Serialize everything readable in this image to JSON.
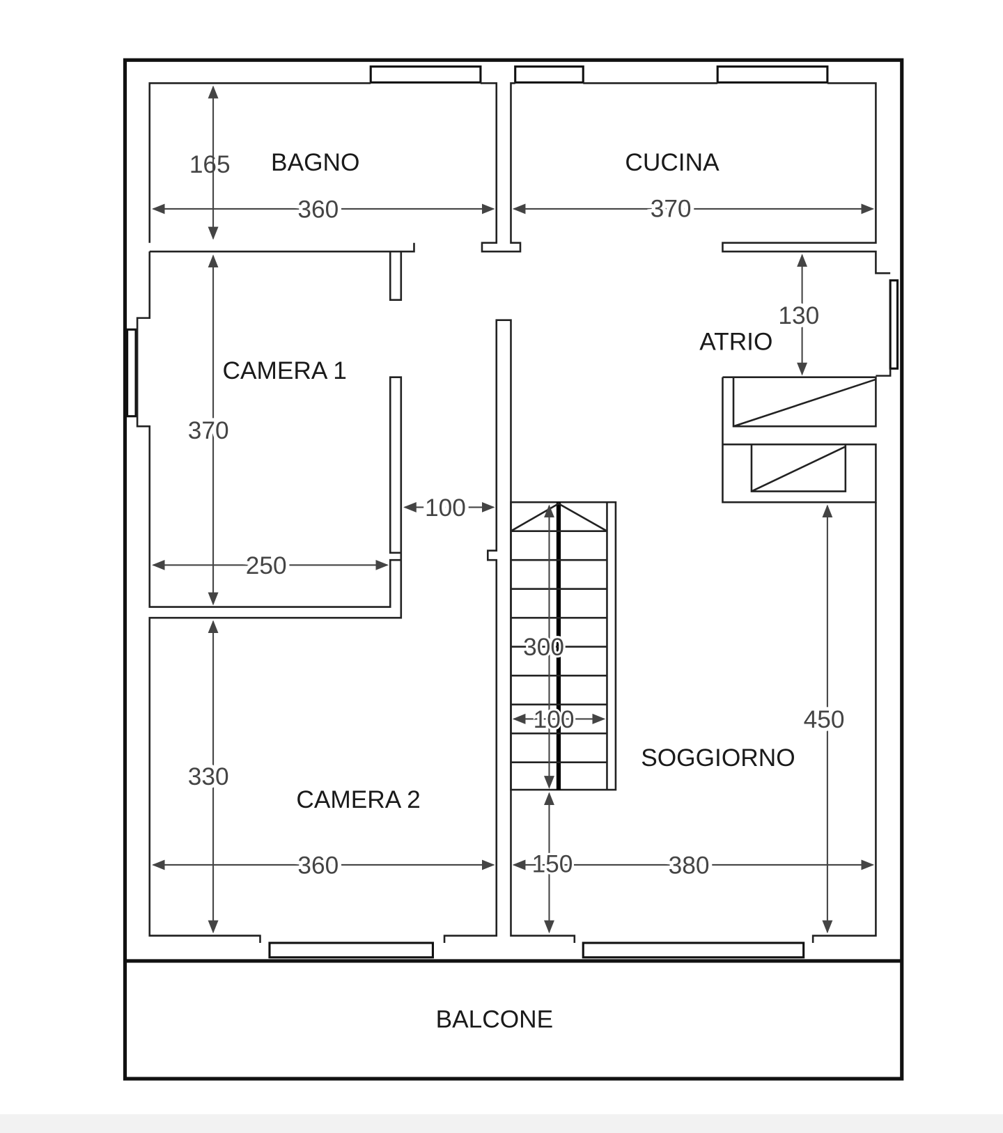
{
  "rooms": {
    "bagno": "BAGNO",
    "cucina": "CUCINA",
    "camera1": "CAMERA 1",
    "camera2": "CAMERA 2",
    "atrio": "ATRIO",
    "soggiorno": "SOGGIORNO",
    "balcone": "BALCONE"
  },
  "dimensions": {
    "bagno_h": "165",
    "bagno_w": "360",
    "cucina_w": "370",
    "atrio_h": "130",
    "camera1_h": "370",
    "camera1_w": "250",
    "corridor_w": "100",
    "stair_len": "300",
    "stair_w": "100",
    "soggiorno_h": "450",
    "camera2_h": "330",
    "camera2_w": "360",
    "stair_gap": "150",
    "soggiorno_w": "380"
  }
}
